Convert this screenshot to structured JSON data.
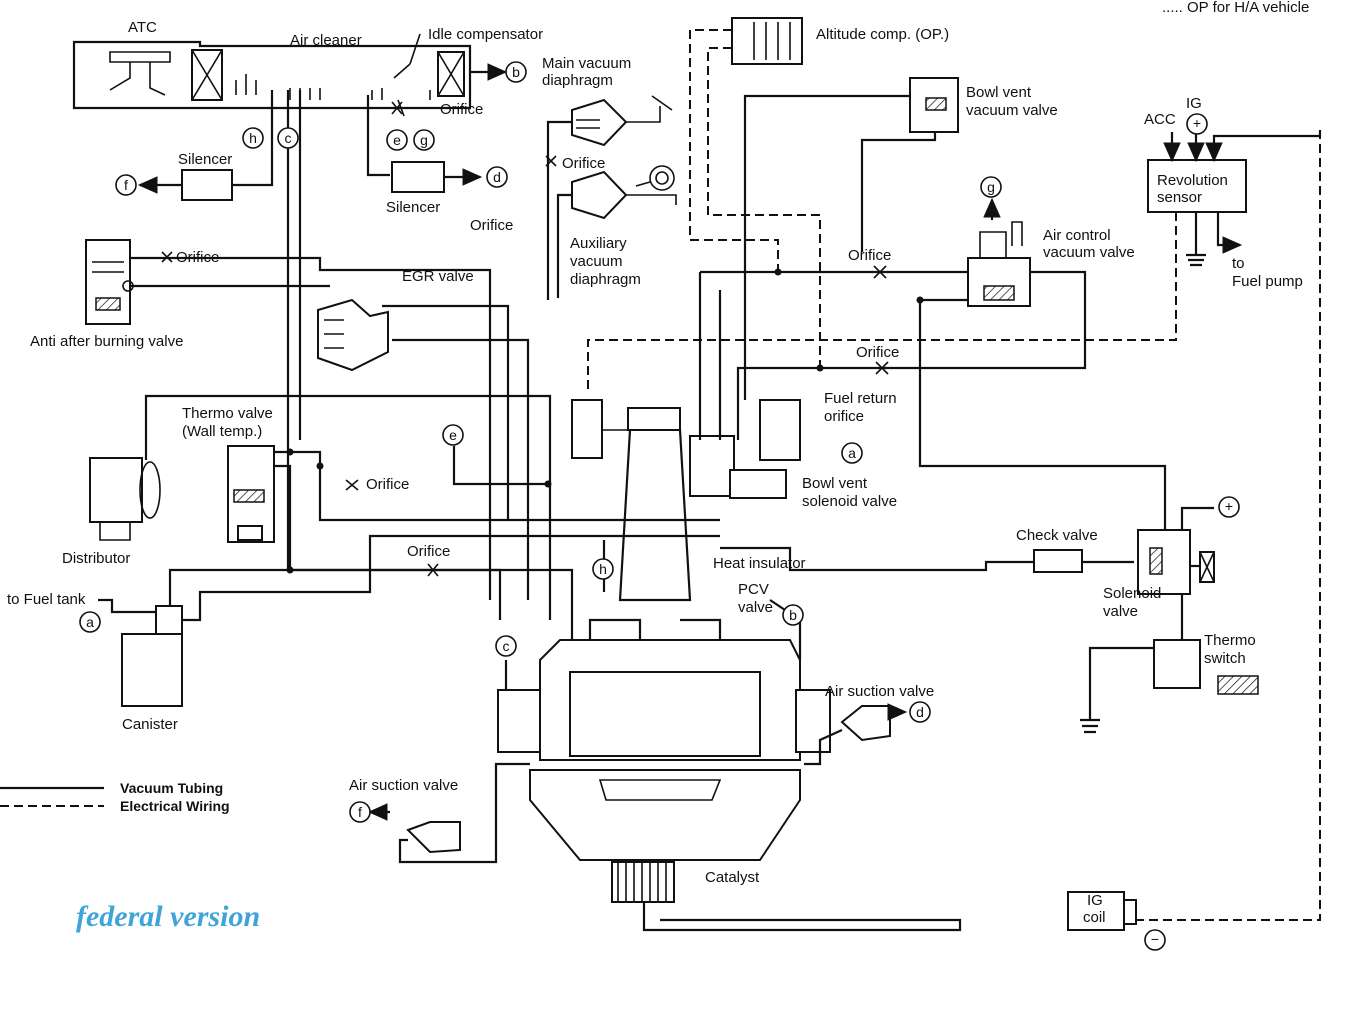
{
  "note_top": "..... OP for H/A vehicle",
  "labels": {
    "atc": "ATC",
    "air_cleaner": "Air cleaner",
    "idle_compensator": "Idle compensator",
    "orifice": "Orifice",
    "main_vacuum_diaphragm_1": "Main vacuum",
    "main_vacuum_diaphragm_2": "diaphragm",
    "altitude_comp": "Altitude comp. (OP.)",
    "bowl_vent_vacuum_valve_1": "Bowl vent",
    "bowl_vent_vacuum_valve_2": "vacuum valve",
    "acc": "ACC",
    "ig": "IG",
    "revolution_sensor_1": "Revolution",
    "revolution_sensor_2": "sensor",
    "silencer": "Silencer",
    "auxiliary_vacuum_diaphragm_1": "Auxiliary",
    "auxiliary_vacuum_diaphragm_2": "vacuum",
    "auxiliary_vacuum_diaphragm_3": "diaphragm",
    "air_control_vacuum_valve_1": "Air control",
    "air_control_vacuum_valve_2": "vacuum valve",
    "to_fuel_pump_1": "to",
    "to_fuel_pump_2": "Fuel pump",
    "egr_valve": "EGR valve",
    "anti_after_burning_valve": "Anti after burning valve",
    "thermo_valve_1": "Thermo valve",
    "thermo_valve_2": "(Wall temp.)",
    "fuel_return_orifice_1": "Fuel return",
    "fuel_return_orifice_2": "orifice",
    "bowl_vent_solenoid_valve_1": "Bowl vent",
    "bowl_vent_solenoid_valve_2": "solenoid valve",
    "distributor": "Distributor",
    "check_valve": "Check valve",
    "heat_insulator": "Heat insulator",
    "pcv_valve_1": "PCV",
    "pcv_valve_2": "valve",
    "solenoid_valve_1": "Solenoid",
    "solenoid_valve_2": "valve",
    "to_fuel_tank": "to Fuel tank",
    "thermo_switch_1": "Thermo",
    "thermo_switch_2": "switch",
    "canister": "Canister",
    "air_suction_valve": "Air suction valve",
    "catalyst": "Catalyst",
    "ig_coil_1": "IG",
    "ig_coil_2": "coil"
  },
  "connectors": {
    "a": "a",
    "b": "b",
    "c": "c",
    "d": "d",
    "e": "e",
    "f": "f",
    "g": "g",
    "h": "h",
    "plus": "+",
    "minus": "−"
  },
  "legend": {
    "vacuum_tubing": "Vacuum Tubing",
    "electrical_wiring": "Electrical Wiring"
  },
  "watermark": "federal version"
}
